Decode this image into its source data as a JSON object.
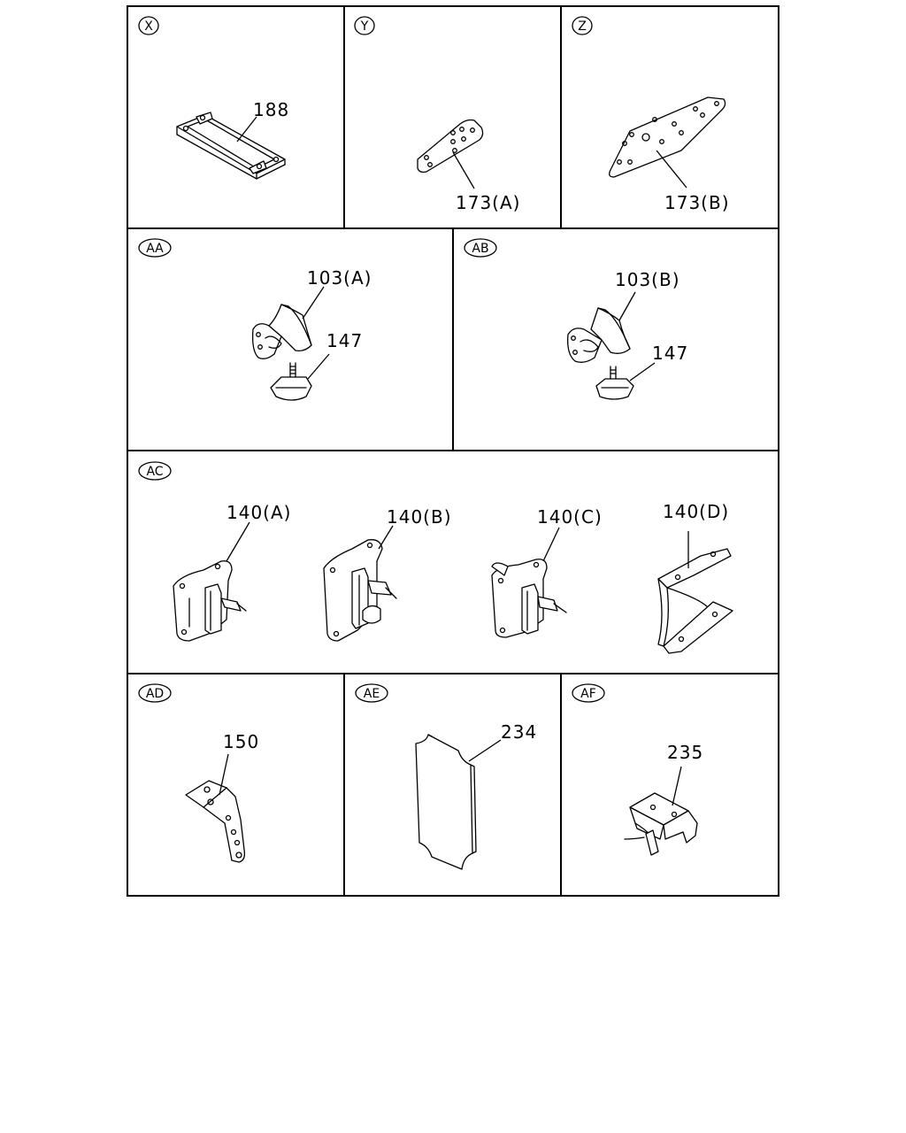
{
  "panels": [
    {
      "id": "X",
      "label": "X",
      "parts": [
        "188"
      ]
    },
    {
      "id": "Y",
      "label": "Y",
      "parts": [
        "173(A)"
      ]
    },
    {
      "id": "Z",
      "label": "Z",
      "parts": [
        "173(B)"
      ]
    },
    {
      "id": "AA",
      "label": "AA",
      "parts": [
        "103(A)",
        "147"
      ]
    },
    {
      "id": "AB",
      "label": "AB",
      "parts": [
        "103(B)",
        "147"
      ]
    },
    {
      "id": "AC",
      "label": "AC",
      "parts": [
        "140(A)",
        "140(B)",
        "140(C)",
        "140(D)"
      ]
    },
    {
      "id": "AD",
      "label": "AD",
      "parts": [
        "150"
      ]
    },
    {
      "id": "AE",
      "label": "AE",
      "parts": [
        "234"
      ]
    },
    {
      "id": "AF",
      "label": "AF",
      "parts": [
        "235"
      ]
    }
  ]
}
